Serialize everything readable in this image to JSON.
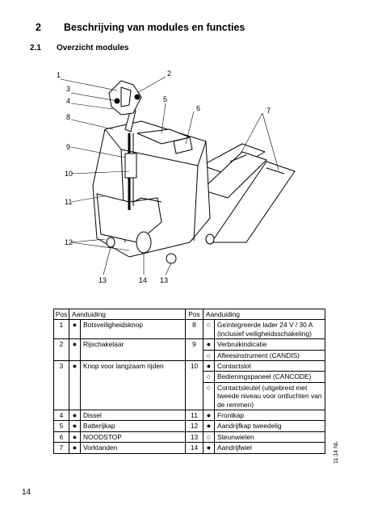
{
  "heading": {
    "number": "2",
    "title": "Beschrijving van modules en functies"
  },
  "subheading": {
    "number": "2.1",
    "title": "Overzicht modules"
  },
  "figure": {
    "callouts": [
      "1",
      "2",
      "3",
      "4",
      "5",
      "6",
      "7",
      "8",
      "9",
      "10",
      "11",
      "12",
      "13",
      "14",
      "13"
    ]
  },
  "table": {
    "headers": {
      "pos": "Pos",
      "aanduiding": "Aanduiding"
    },
    "left": [
      {
        "pos": "1",
        "bullet": "●",
        "text": "Botsveiligheidsknop"
      },
      {
        "pos": "2",
        "bullet": "●",
        "text": "Rijschakelaar"
      },
      {
        "pos": "3",
        "bullet": "●",
        "text": "Knop voor langzaam rijden"
      },
      {
        "pos": "4",
        "bullet": "●",
        "text": "Dissel"
      },
      {
        "pos": "5",
        "bullet": "●",
        "text": "Batterijkap"
      },
      {
        "pos": "6",
        "bullet": "●",
        "text": "NOODSTOP"
      },
      {
        "pos": "7",
        "bullet": "●",
        "text": "Vorktanden"
      }
    ],
    "right": [
      {
        "pos": "8",
        "bullet": "○",
        "text": "Geïntegreerde lader 24 V / 30 A (inclusief veiligheidsschakeling)"
      },
      {
        "pos": "9",
        "bullet": "●",
        "text": "Verbruikindicatie"
      },
      {
        "pos": "",
        "bullet": "○",
        "text": "Afleesinstrument (CANDIS)"
      },
      {
        "pos": "10",
        "bullet": "●",
        "text": "Contactslot"
      },
      {
        "pos": "",
        "bullet": "○",
        "text": "Bedieningspaneel (CANCODE)"
      },
      {
        "pos": "",
        "bullet": "○",
        "text": "Contactsleutel (uitgebreid met tweede niveau voor ontluchten van de remmen)"
      },
      {
        "pos": "11",
        "bullet": "●",
        "text": "Frontkap"
      },
      {
        "pos": "12",
        "bullet": "●",
        "text": "Aandrijfkap tweedelig"
      },
      {
        "pos": "13",
        "bullet": "○",
        "text": "Steunwielen"
      },
      {
        "pos": "14",
        "bullet": "●",
        "text": "Aandrijfwiel"
      }
    ]
  },
  "footer": {
    "page_number": "14",
    "side_code": "11.14 NL"
  }
}
